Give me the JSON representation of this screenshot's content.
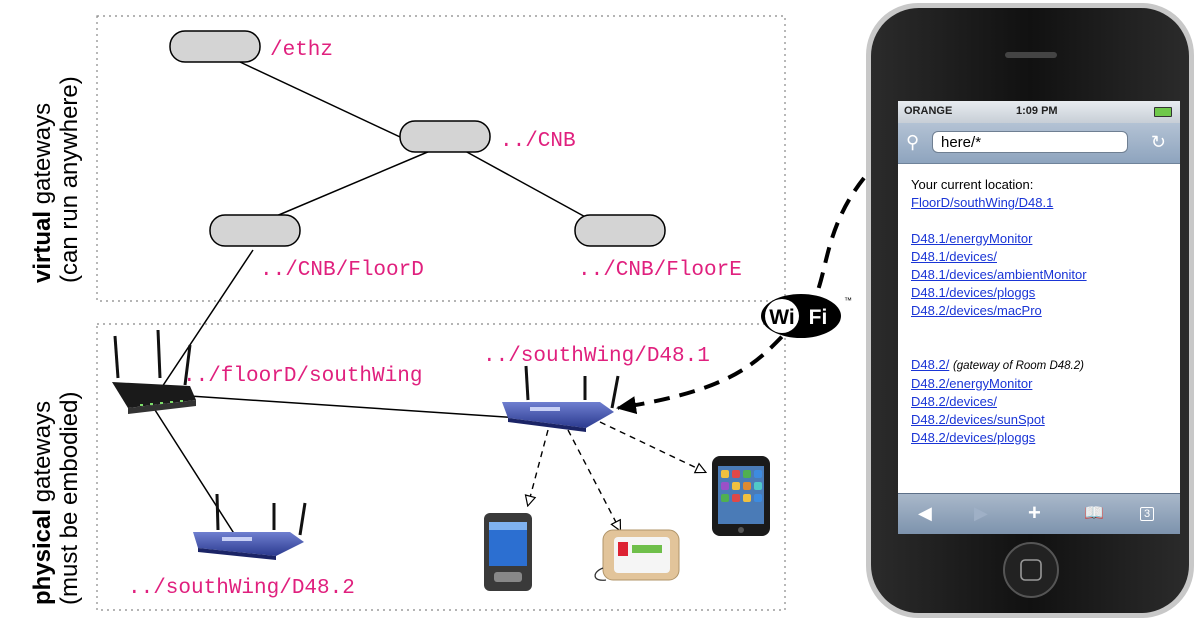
{
  "diagram": {
    "labels": {
      "ethz": "/ethz",
      "cnb": "../CNB",
      "floor_d": "../CNB/FloorD",
      "floor_e": "../CNB/FloorE",
      "south_wing": "../floorD/southWing",
      "d48_1": "../southWing/D48.1",
      "d48_2": "../southWing/D48.2"
    },
    "side": {
      "virtual_bold": "virtual",
      "virtual_rest": " gateways",
      "virtual_sub": "(can run anywhere)",
      "physical_bold": "physical",
      "physical_rest": " gateways",
      "physical_sub": "(must be embodied)"
    },
    "wifi": {
      "wi": "Wi",
      "fi": "Fi",
      "tm": "™"
    },
    "colors": {
      "label": "#e0207e",
      "node_fill": "#d4d4d4",
      "link": "#1a35d6"
    }
  },
  "phone": {
    "status": {
      "carrier": "ORANGE",
      "time": "1:09 PM"
    },
    "url": "here/*",
    "content": {
      "location_label": "Your current location:",
      "location_link": "FloorD/southWing/D48.1",
      "group1": [
        "D48.1/energyMonitor",
        "D48.1/devices/",
        "D48.1/devices/ambientMonitor",
        "D48.1/devices/ploggs",
        "D48.2/devices/macPro"
      ],
      "gateway_link": "D48.2/",
      "gateway_note": "(gateway of Room D48.2)",
      "group2": [
        "D48.2/energyMonitor",
        "D48.2/devices/",
        "D48.2/devices/sunSpot",
        "D48.2/devices/ploggs"
      ]
    },
    "toolbar": {
      "tabs_count": "3"
    }
  }
}
